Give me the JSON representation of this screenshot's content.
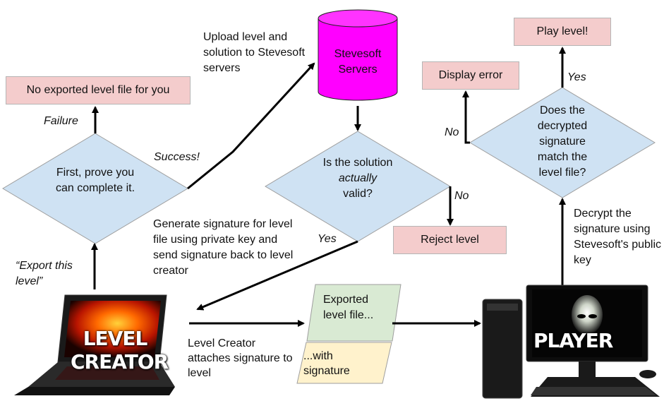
{
  "boxes": {
    "no_export": "No exported level file for you",
    "display_error": "Display error",
    "play_level": "Play level!",
    "reject_level": "Reject level"
  },
  "decisions": {
    "prove": "First, prove you can complete it.",
    "valid_pre": "Is the solution",
    "valid_em": "actually",
    "valid_post": "valid?",
    "signature_match": "Does the decrypted signature match the level file?"
  },
  "server": {
    "label": "Stevesoft Servers"
  },
  "labels": {
    "failure": "Failure",
    "success": "Success!",
    "upload": "Upload level and solution to Stevesoft servers",
    "generate": "Generate signature for level file using private key and send signature back to level creator",
    "yes_valid": "Yes",
    "no_valid": "No",
    "no_match": "No",
    "yes_match": "Yes",
    "decrypt": "Decrypt the signature using Stevesoft's public key",
    "export_request": "“Export this level”",
    "attaches": "Level Creator attaches signature to level"
  },
  "file": {
    "top": "Exported level file...",
    "bottom": "...with signature"
  },
  "devices": {
    "laptop": "LEVEL CREATOR",
    "desktop": "PLAYER"
  },
  "colors": {
    "decision_fill": "#cfe2f3",
    "box_fill": "#f4cccc",
    "server_fill": "#ff00ff",
    "file_top_fill": "#d9ead3",
    "file_bottom_fill": "#fff2cc"
  }
}
